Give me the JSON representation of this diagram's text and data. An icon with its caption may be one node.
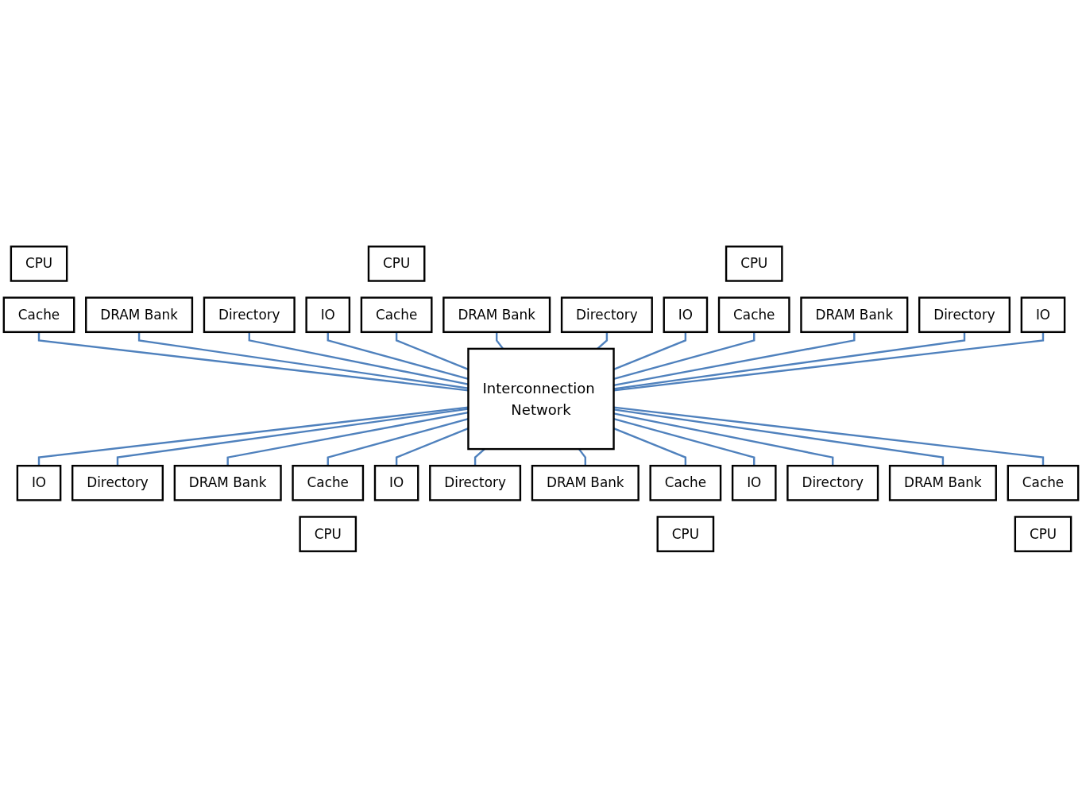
{
  "diagram": {
    "nodes": [
      {
        "text": [
          "CPU"
        ]
      },
      {
        "text": [
          "Cache"
        ]
      },
      {
        "text": [
          "DRAM Bank"
        ]
      },
      {
        "text": [
          "Directory"
        ]
      },
      {
        "text": [
          "IO"
        ]
      },
      {
        "text": [
          "CPU"
        ]
      },
      {
        "text": [
          "Cache"
        ]
      },
      {
        "text": [
          "DRAM Bank"
        ]
      },
      {
        "text": [
          "Directory"
        ]
      },
      {
        "text": [
          "IO"
        ]
      },
      {
        "text": [
          "CPU"
        ]
      },
      {
        "text": [
          "Cache"
        ]
      },
      {
        "text": [
          "DRAM Bank"
        ]
      },
      {
        "text": [
          "Directory"
        ]
      },
      {
        "text": [
          "IO"
        ]
      },
      {
        "text": [
          "Interconnection Network"
        ]
      },
      {
        "text": [
          "IO"
        ]
      },
      {
        "text": [
          "Directory"
        ]
      },
      {
        "text": [
          "DRAM Bank"
        ]
      },
      {
        "text": [
          "Cache"
        ]
      },
      {
        "text": [
          "CPU"
        ]
      },
      {
        "text": [
          "IO"
        ]
      },
      {
        "text": [
          "Directory"
        ]
      },
      {
        "text": [
          "DRAM Bank"
        ]
      },
      {
        "text": [
          "Cache"
        ]
      },
      {
        "text": [
          "CPU"
        ]
      },
      {
        "text": [
          "IO"
        ]
      },
      {
        "text": [
          "Directory"
        ]
      },
      {
        "text": [
          "DRAM Bank"
        ]
      },
      {
        "text": [
          "Cache"
        ]
      },
      {
        "text": [
          "CPU"
        ]
      }
    ],
    "edges": [
      {
        "from": 1,
        "to": 15,
        "arrow": "none"
      },
      {
        "from": 2,
        "to": 15,
        "arrow": "none"
      },
      {
        "from": 3,
        "to": 15,
        "arrow": "none"
      },
      {
        "from": 4,
        "to": 15,
        "arrow": "none"
      },
      {
        "from": 6,
        "to": 15,
        "arrow": "none"
      },
      {
        "from": 7,
        "to": 15,
        "arrow": "none"
      },
      {
        "from": 8,
        "to": 15,
        "arrow": "none"
      },
      {
        "from": 9,
        "to": 15,
        "arrow": "none"
      },
      {
        "from": 11,
        "to": 15,
        "arrow": "none"
      },
      {
        "from": 12,
        "to": 15,
        "arrow": "none"
      },
      {
        "from": 13,
        "to": 15,
        "arrow": "none"
      },
      {
        "from": 14,
        "to": 15,
        "arrow": "none"
      },
      {
        "from": 15,
        "to": 16,
        "arrow": "none"
      },
      {
        "from": 15,
        "to": 17,
        "arrow": "none"
      },
      {
        "from": 15,
        "to": 18,
        "arrow": "none"
      },
      {
        "from": 15,
        "to": 19,
        "arrow": "none"
      },
      {
        "from": 15,
        "to": 21,
        "arrow": "none"
      },
      {
        "from": 15,
        "to": 22,
        "arrow": "none"
      },
      {
        "from": 15,
        "to": 23,
        "arrow": "none"
      },
      {
        "from": 15,
        "to": 24,
        "arrow": "none"
      },
      {
        "from": 15,
        "to": 26,
        "arrow": "none"
      },
      {
        "from": 15,
        "to": 27,
        "arrow": "none"
      },
      {
        "from": 15,
        "to": 28,
        "arrow": "none"
      },
      {
        "from": 15,
        "to": 29,
        "arrow": "none"
      }
    ]
  }
}
